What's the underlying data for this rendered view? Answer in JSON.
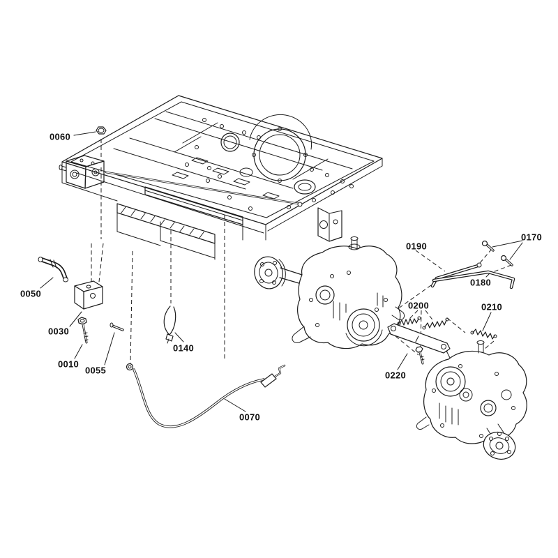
{
  "page": {
    "background_color": "#ffffff",
    "line_color": "#1c1c1c",
    "label_color": "#111111"
  },
  "diagram": {
    "type": "exploded-parts-diagram",
    "callouts": [
      {
        "id": "0060"
      },
      {
        "id": "0050"
      },
      {
        "id": "0030"
      },
      {
        "id": "0010"
      },
      {
        "id": "0055"
      },
      {
        "id": "0140"
      },
      {
        "id": "0070"
      },
      {
        "id": "0190"
      },
      {
        "id": "0170"
      },
      {
        "id": "0180"
      },
      {
        "id": "0200"
      },
      {
        "id": "0210"
      },
      {
        "id": "0220"
      }
    ]
  }
}
